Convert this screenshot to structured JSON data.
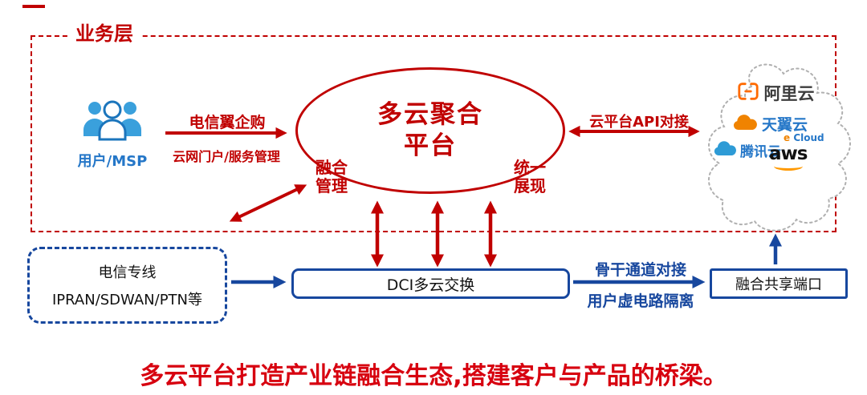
{
  "colors": {
    "accent_red": "#c00000",
    "accent_blue": "#17479e",
    "user_blue": "#2577c8",
    "footer_red": "#d7000f",
    "aliyun_orange": "#ff6a00",
    "ctyun_orange": "#f08300",
    "tencent_blue": "#2e9bd6",
    "aws_orange": "#ff9900"
  },
  "business_layer": {
    "label": "业务层"
  },
  "users": {
    "label": "用户/MSP",
    "icon": "users-group-icon"
  },
  "left_flow": {
    "top_label": "电信翼企购",
    "bottom_label": "云网门户/服务管理"
  },
  "platform": {
    "title_line1": "多云聚合",
    "title_line2": "平台",
    "left_tag_line1": "融合",
    "left_tag_line2": "管理",
    "right_tag_line1": "统一",
    "right_tag_line2": "展现"
  },
  "right_flow": {
    "label": "云平台API对接"
  },
  "cloud_providers": {
    "aliyun": {
      "name": "阿里云",
      "icon": "brackets-dash-icon"
    },
    "ctyun": {
      "name": "天翼云",
      "sub_e": "e",
      "sub_cloud": "Cloud",
      "icon": "orange-cloud-icon"
    },
    "tencent": {
      "name": "腾讯云",
      "icon": "blue-cloud-icon"
    },
    "aws": {
      "name": "aws",
      "icon": "smile-arc-icon"
    }
  },
  "leased_line_box": {
    "line1": "电信专线",
    "line2": "IPRAN/SDWAN/PTN等"
  },
  "dci_box": {
    "label": "DCI多云交换"
  },
  "bottom_flow": {
    "top_label": "骨干通道对接",
    "bottom_label": "用户虚电路隔离"
  },
  "shared_port_box": {
    "label": "融合共享端口"
  },
  "footer": {
    "slogan": "多云平台打造产业链融合生态,搭建客户与产品的桥梁。"
  }
}
